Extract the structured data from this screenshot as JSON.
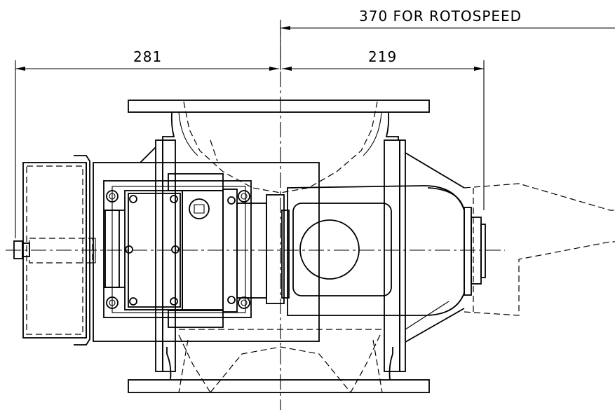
{
  "dimensions": {
    "rotospeed_label": "370 FOR ROTOSPEED",
    "left_label": "281",
    "right_label": "219"
  }
}
